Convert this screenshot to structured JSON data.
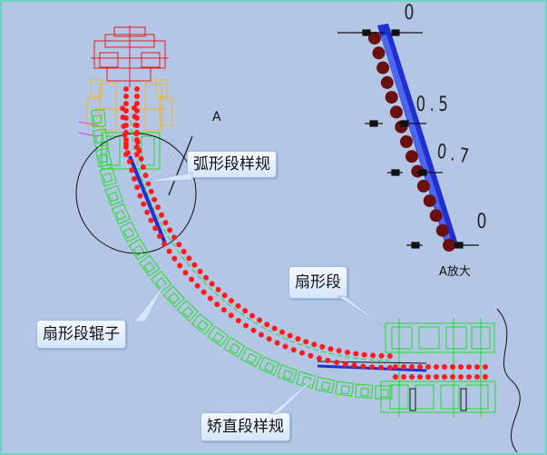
{
  "labels": {
    "arc_template": "弧形段样规",
    "segment_roller": "扇形段辊子",
    "fan_segment": "扇形段",
    "straightening_template": "矫直段样规",
    "view_a": "A",
    "view_a_zoom": "A放大"
  },
  "scale_marks": [
    "0",
    "0.5",
    "0.7",
    "0"
  ],
  "colors": {
    "background": "#b3c6e6",
    "frame_green": "#22dd22",
    "roller_red": "#ff1a1a",
    "mold_red": "#e61c1c",
    "mold_yellow": "#f3b61a",
    "template_blue": "#1f2fd0",
    "zoom_roller": "#6b1010",
    "outline_black": "#111111"
  }
}
